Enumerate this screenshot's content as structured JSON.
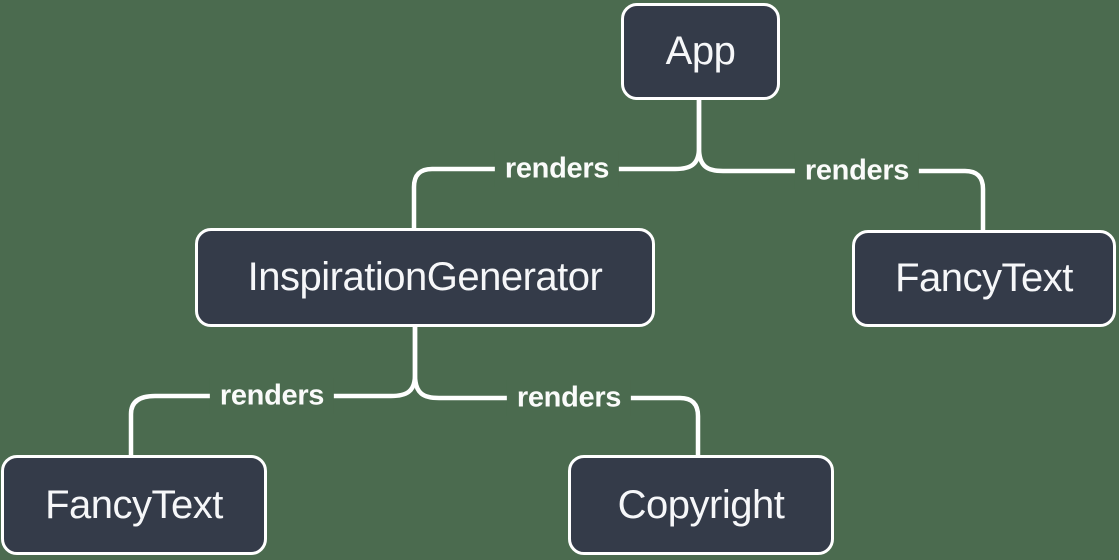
{
  "colors": {
    "background": "#4B6B4F",
    "node_fill": "#343B49",
    "node_border": "#FFFFFF",
    "node_text": "#F6F7F9",
    "edge_line": "#FFFFFF"
  },
  "diagram": {
    "type": "component-render-tree",
    "nodes": [
      {
        "id": "app",
        "label": "App"
      },
      {
        "id": "inspiration-generator",
        "label": "InspirationGenerator"
      },
      {
        "id": "fancy-text-top",
        "label": "FancyText"
      },
      {
        "id": "fancy-text-bottom",
        "label": "FancyText"
      },
      {
        "id": "copyright",
        "label": "Copyright"
      }
    ],
    "edges": [
      {
        "from": "App",
        "to": "InspirationGenerator",
        "label": "renders"
      },
      {
        "from": "App",
        "to": "FancyText",
        "label": "renders"
      },
      {
        "from": "InspirationGenerator",
        "to": "FancyText",
        "label": "renders"
      },
      {
        "from": "InspirationGenerator",
        "to": "Copyright",
        "label": "renders"
      }
    ]
  }
}
